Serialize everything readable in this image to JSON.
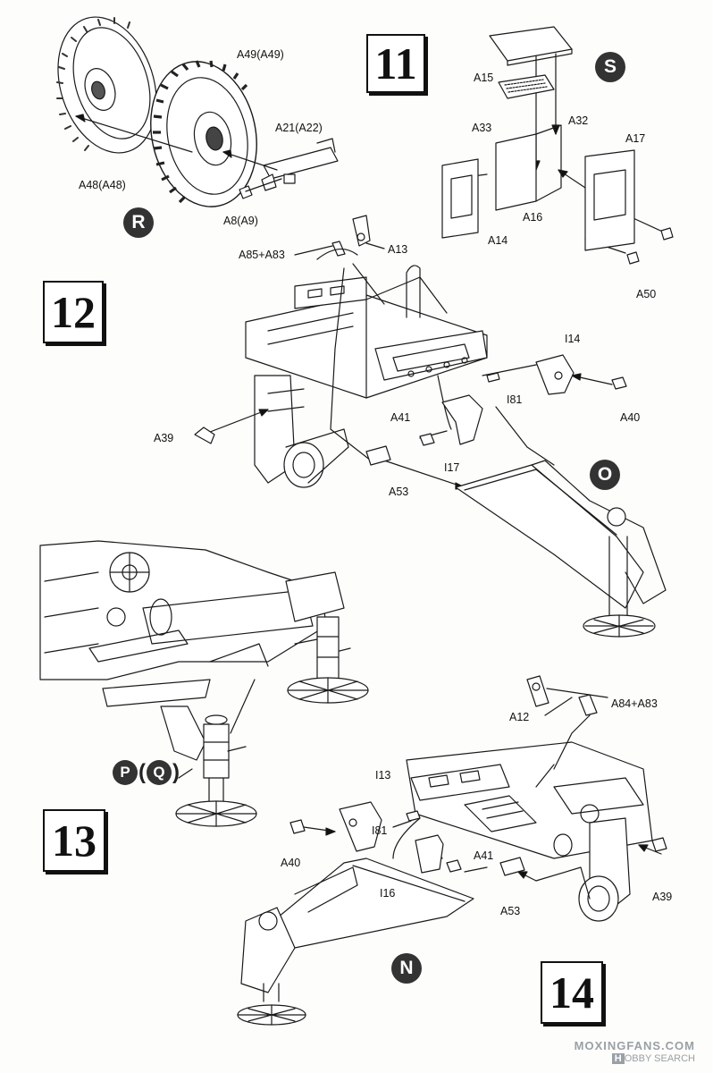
{
  "steps": {
    "s11": "11",
    "s12": "12",
    "s13": "13",
    "s14": "14"
  },
  "badges": {
    "R": "R",
    "S": "S",
    "O": "O",
    "N": "N",
    "P": "P",
    "Q": "Q"
  },
  "labels": {
    "A49": "A49(A49)",
    "A48": "A48(A48)",
    "A21": "A21(A22)",
    "A8": "A8(A9)",
    "A15": "A15",
    "A33": "A33",
    "A32": "A32",
    "A17": "A17",
    "A16": "A16",
    "A14": "A14",
    "A50": "A50",
    "A85_A83": "A85+A83",
    "A13": "A13",
    "I14": "I14",
    "I81_top": "I81",
    "A41_top": "A41",
    "A40_top": "A40",
    "A39_top": "A39",
    "I17": "I17",
    "A53_top": "A53",
    "A12": "A12",
    "A84_A83": "A84+A83",
    "I13": "I13",
    "I81_bot": "I81",
    "A40_bot": "A40",
    "A41_bot": "A41",
    "I16": "I16",
    "A53_bot": "A53",
    "A39_bot": "A39"
  },
  "watermark": {
    "line1": "MOXINGFANS.COM",
    "badge": "H",
    "line2": "OBBY SEARCH"
  }
}
